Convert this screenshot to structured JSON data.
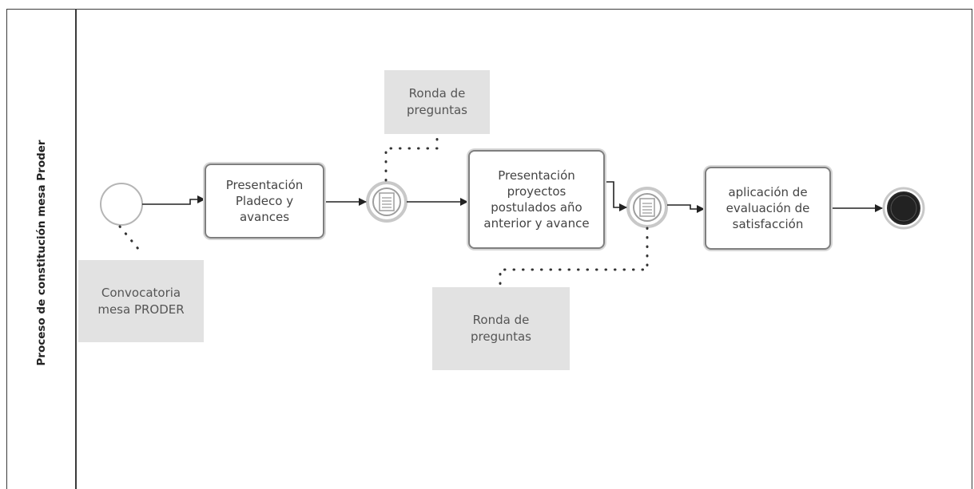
{
  "lane": {
    "title": "Proceso de constitución mesa Proder"
  },
  "tasks": [
    {
      "label": "Presentación\nPladeco y\navances"
    },
    {
      "label": "Presentación\nproyectos\npostulados año\nanterior y avance"
    },
    {
      "label": "aplicación de\nevaluación de\nsatisfacción"
    }
  ],
  "annotations": [
    {
      "label": "Convocatoria\nmesa PRODER"
    },
    {
      "label": "Ronda de\npreguntas"
    },
    {
      "label": "Ronda de\npreguntas"
    }
  ],
  "colors": {
    "border": "#7f7f7f",
    "annotation_fill": "#e2e2e2",
    "end_event_fill": "#1f1f1f",
    "flow_line": "#222222"
  }
}
